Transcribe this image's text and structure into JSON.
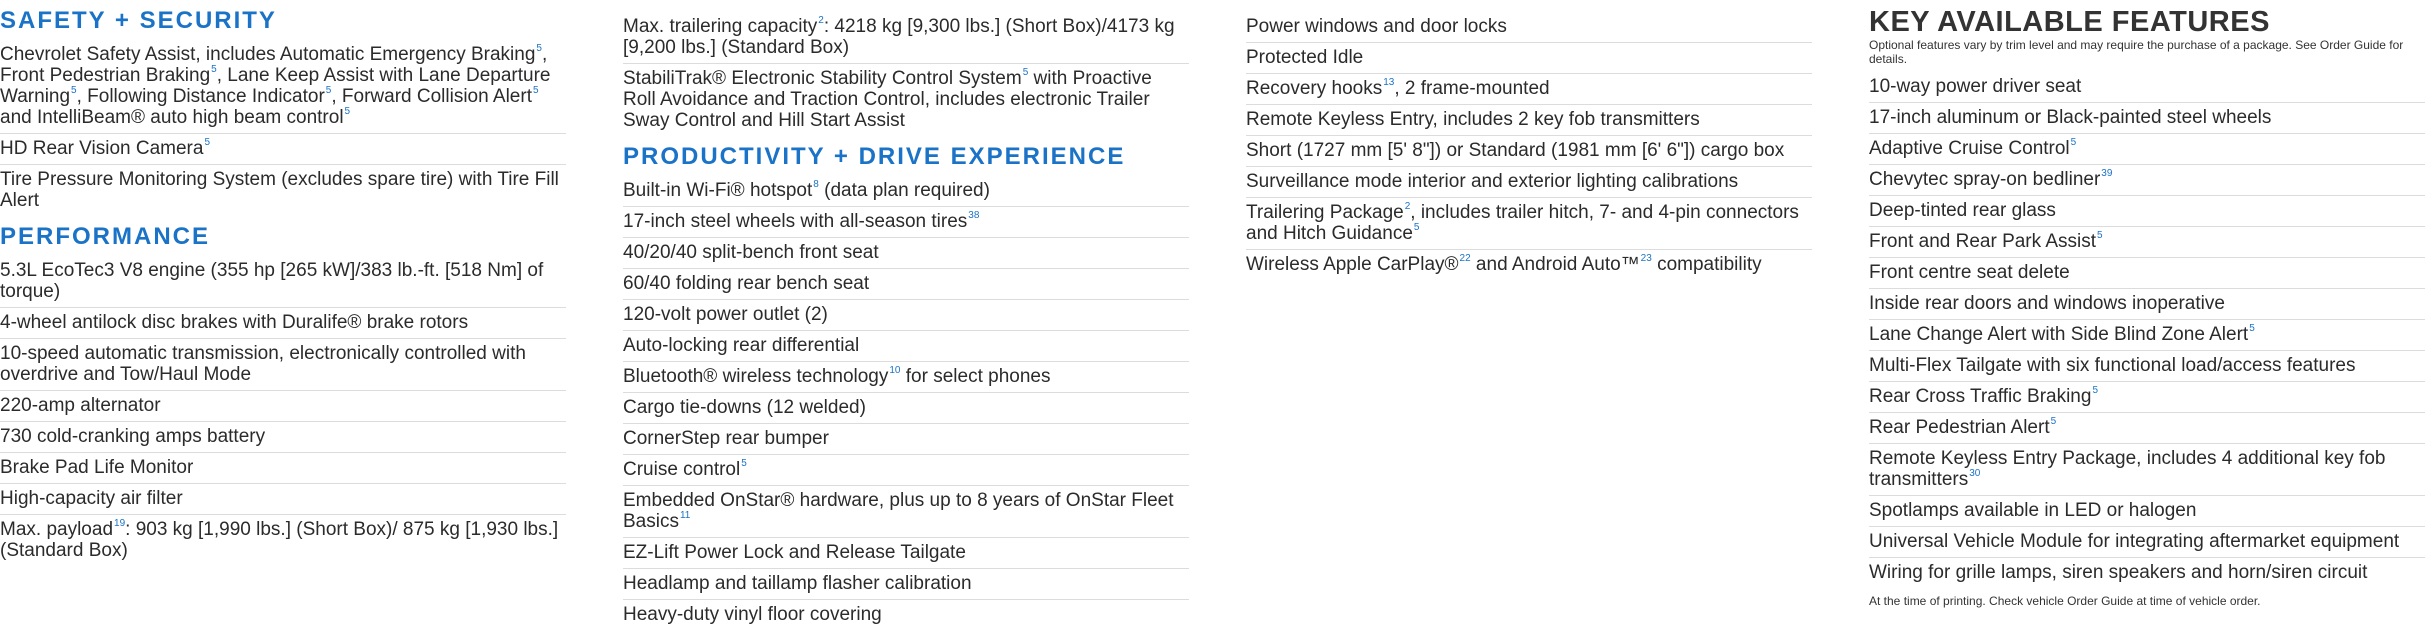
{
  "col1": {
    "safety_title": "SAFETY + SECURITY",
    "safety_items": [
      {
        "parts": [
          {
            "t": "Chevrolet Safety Assist, includes Automatic Emergency Braking"
          },
          {
            "s": "5"
          },
          {
            "t": ", Front Pedestrian Braking"
          },
          {
            "s": "5"
          },
          {
            "t": ", Lane Keep Assist with Lane Departure Warning"
          },
          {
            "s": "5"
          },
          {
            "t": ", Following Distance Indicator"
          },
          {
            "s": "5"
          },
          {
            "t": ", Forward Collision Alert"
          },
          {
            "s": "5"
          },
          {
            "t": " and IntelliBeam® auto high beam control"
          },
          {
            "s": "5"
          }
        ]
      },
      {
        "parts": [
          {
            "t": "HD Rear Vision Camera"
          },
          {
            "s": "5"
          }
        ]
      },
      {
        "parts": [
          {
            "t": "Tire Pressure Monitoring System (excludes spare tire) with Tire Fill Alert"
          }
        ]
      }
    ],
    "performance_title": "PERFORMANCE",
    "performance_items": [
      {
        "parts": [
          {
            "t": "5.3L EcoTec3 V8 engine (355 hp [265 kW]/383 lb.-ft. [518 Nm] of torque)"
          }
        ]
      },
      {
        "parts": [
          {
            "t": "4-wheel antilock disc brakes with Duralife® brake rotors"
          }
        ]
      },
      {
        "parts": [
          {
            "t": "10-speed automatic transmission, electronically controlled with overdrive and Tow/Haul Mode"
          }
        ]
      },
      {
        "parts": [
          {
            "t": "220-amp alternator"
          }
        ]
      },
      {
        "parts": [
          {
            "t": "730 cold-cranking amps battery"
          }
        ]
      },
      {
        "parts": [
          {
            "t": "Brake Pad Life Monitor"
          }
        ]
      },
      {
        "parts": [
          {
            "t": "High-capacity air filter"
          }
        ]
      },
      {
        "parts": [
          {
            "t": "Max. payload"
          },
          {
            "s": "19"
          },
          {
            "t": ": 903 kg [1,990 lbs.] (Short Box)/ 875 kg [1,930 lbs.] (Standard Box)"
          }
        ]
      }
    ]
  },
  "col2": {
    "top_items": [
      {
        "parts": [
          {
            "t": "Max. trailering capacity"
          },
          {
            "s": "2"
          },
          {
            "t": ": 4218 kg [9,300 lbs.] (Short Box)/4173 kg [9,200 lbs.] (Standard Box)"
          }
        ]
      },
      {
        "parts": [
          {
            "t": "StabiliTrak® Electronic Stability Control System"
          },
          {
            "s": "5"
          },
          {
            "t": " with Proactive Roll Avoidance and Traction Control, includes electronic Trailer Sway Control and Hill Start Assist"
          }
        ]
      }
    ],
    "productivity_title": "PRODUCTIVITY + DRIVE EXPERIENCE",
    "productivity_items": [
      {
        "parts": [
          {
            "t": "Built-in Wi-Fi® hotspot"
          },
          {
            "s": "8"
          },
          {
            "t": " (data plan required)"
          }
        ]
      },
      {
        "parts": [
          {
            "t": "17-inch steel wheels with all-season tires"
          },
          {
            "s": "38"
          }
        ]
      },
      {
        "parts": [
          {
            "t": "40/20/40 split-bench front seat"
          }
        ]
      },
      {
        "parts": [
          {
            "t": "60/40 folding rear bench seat"
          }
        ]
      },
      {
        "parts": [
          {
            "t": "120-volt power outlet (2)"
          }
        ]
      },
      {
        "parts": [
          {
            "t": "Auto-locking rear differential"
          }
        ]
      },
      {
        "parts": [
          {
            "t": "Bluetooth® wireless technology"
          },
          {
            "s": "10"
          },
          {
            "t": " for select phones"
          }
        ]
      },
      {
        "parts": [
          {
            "t": "Cargo tie-downs (12 welded)"
          }
        ]
      },
      {
        "parts": [
          {
            "t": "CornerStep rear bumper"
          }
        ]
      },
      {
        "parts": [
          {
            "t": "Cruise control"
          },
          {
            "s": "5"
          }
        ]
      },
      {
        "parts": [
          {
            "t": "Embedded OnStar® hardware, plus up to 8 years of OnStar Fleet Basics"
          },
          {
            "s": "11"
          }
        ]
      },
      {
        "parts": [
          {
            "t": "EZ-Lift Power Lock and Release Tailgate"
          }
        ]
      },
      {
        "parts": [
          {
            "t": "Headlamp and taillamp flasher calibration"
          }
        ]
      },
      {
        "parts": [
          {
            "t": "Heavy-duty vinyl floor covering"
          }
        ]
      }
    ]
  },
  "col3": {
    "items": [
      {
        "parts": [
          {
            "t": "Power windows and door locks"
          }
        ]
      },
      {
        "parts": [
          {
            "t": "Protected Idle"
          }
        ]
      },
      {
        "parts": [
          {
            "t": "Recovery hooks"
          },
          {
            "s": "13"
          },
          {
            "t": ", 2 frame-mounted"
          }
        ]
      },
      {
        "parts": [
          {
            "t": "Remote Keyless Entry, includes 2 key fob transmitters"
          }
        ]
      },
      {
        "parts": [
          {
            "t": "Short (1727 mm [5' 8\"]) or Standard (1981 mm [6' 6\"]) cargo box"
          }
        ]
      },
      {
        "parts": [
          {
            "t": "Surveillance mode interior and exterior lighting calibrations"
          }
        ]
      },
      {
        "parts": [
          {
            "t": "Trailering Package"
          },
          {
            "s": "2"
          },
          {
            "t": ", includes trailer hitch, 7- and 4-pin connectors and Hitch Guidance"
          },
          {
            "s": "5"
          }
        ]
      },
      {
        "parts": [
          {
            "t": "Wireless Apple CarPlay®"
          },
          {
            "s": "22"
          },
          {
            "t": " and Android Auto™"
          },
          {
            "s": "23"
          },
          {
            "t": " compatibility"
          }
        ]
      }
    ]
  },
  "col4": {
    "title": "KEY AVAILABLE FEATURES",
    "subtitle": "Optional features vary by trim level and may require the purchase of a package. See Order Guide for details.",
    "items": [
      {
        "parts": [
          {
            "t": "10-way power driver seat"
          }
        ]
      },
      {
        "parts": [
          {
            "t": "17-inch aluminum or Black-painted steel wheels"
          }
        ]
      },
      {
        "parts": [
          {
            "t": "Adaptive Cruise Control"
          },
          {
            "s": "5"
          }
        ]
      },
      {
        "parts": [
          {
            "t": "Chevytec spray-on bedliner"
          },
          {
            "s": "39"
          }
        ]
      },
      {
        "parts": [
          {
            "t": "Deep-tinted rear glass"
          }
        ]
      },
      {
        "parts": [
          {
            "t": "Front and Rear Park Assist"
          },
          {
            "s": "5"
          }
        ]
      },
      {
        "parts": [
          {
            "t": "Front centre seat delete"
          }
        ]
      },
      {
        "parts": [
          {
            "t": "Inside rear doors and windows inoperative"
          }
        ]
      },
      {
        "parts": [
          {
            "t": "Lane Change Alert with Side Blind Zone Alert"
          },
          {
            "s": "5"
          }
        ]
      },
      {
        "parts": [
          {
            "t": "Multi-Flex Tailgate with six functional load/access features"
          }
        ]
      },
      {
        "parts": [
          {
            "t": "Rear Cross Traffic Braking"
          },
          {
            "s": "5"
          }
        ]
      },
      {
        "parts": [
          {
            "t": "Rear Pedestrian Alert"
          },
          {
            "s": "5"
          }
        ]
      },
      {
        "parts": [
          {
            "t": "Remote Keyless Entry Package, includes 4 additional key fob transmitters"
          },
          {
            "s": "30"
          }
        ]
      },
      {
        "parts": [
          {
            "t": "Spotlamps available in LED or halogen"
          }
        ]
      },
      {
        "parts": [
          {
            "t": "Universal Vehicle Module for integrating aftermarket equipment"
          }
        ]
      },
      {
        "parts": [
          {
            "t": "Wiring for grille lamps, siren speakers and horn/siren circuit"
          }
        ]
      }
    ],
    "footnote": "At the time of printing. Check vehicle Order Guide at time of vehicle order."
  },
  "colors": {
    "accent": "#1a73c7",
    "text": "#2b2b2b",
    "rule": "#dcdcdc"
  }
}
